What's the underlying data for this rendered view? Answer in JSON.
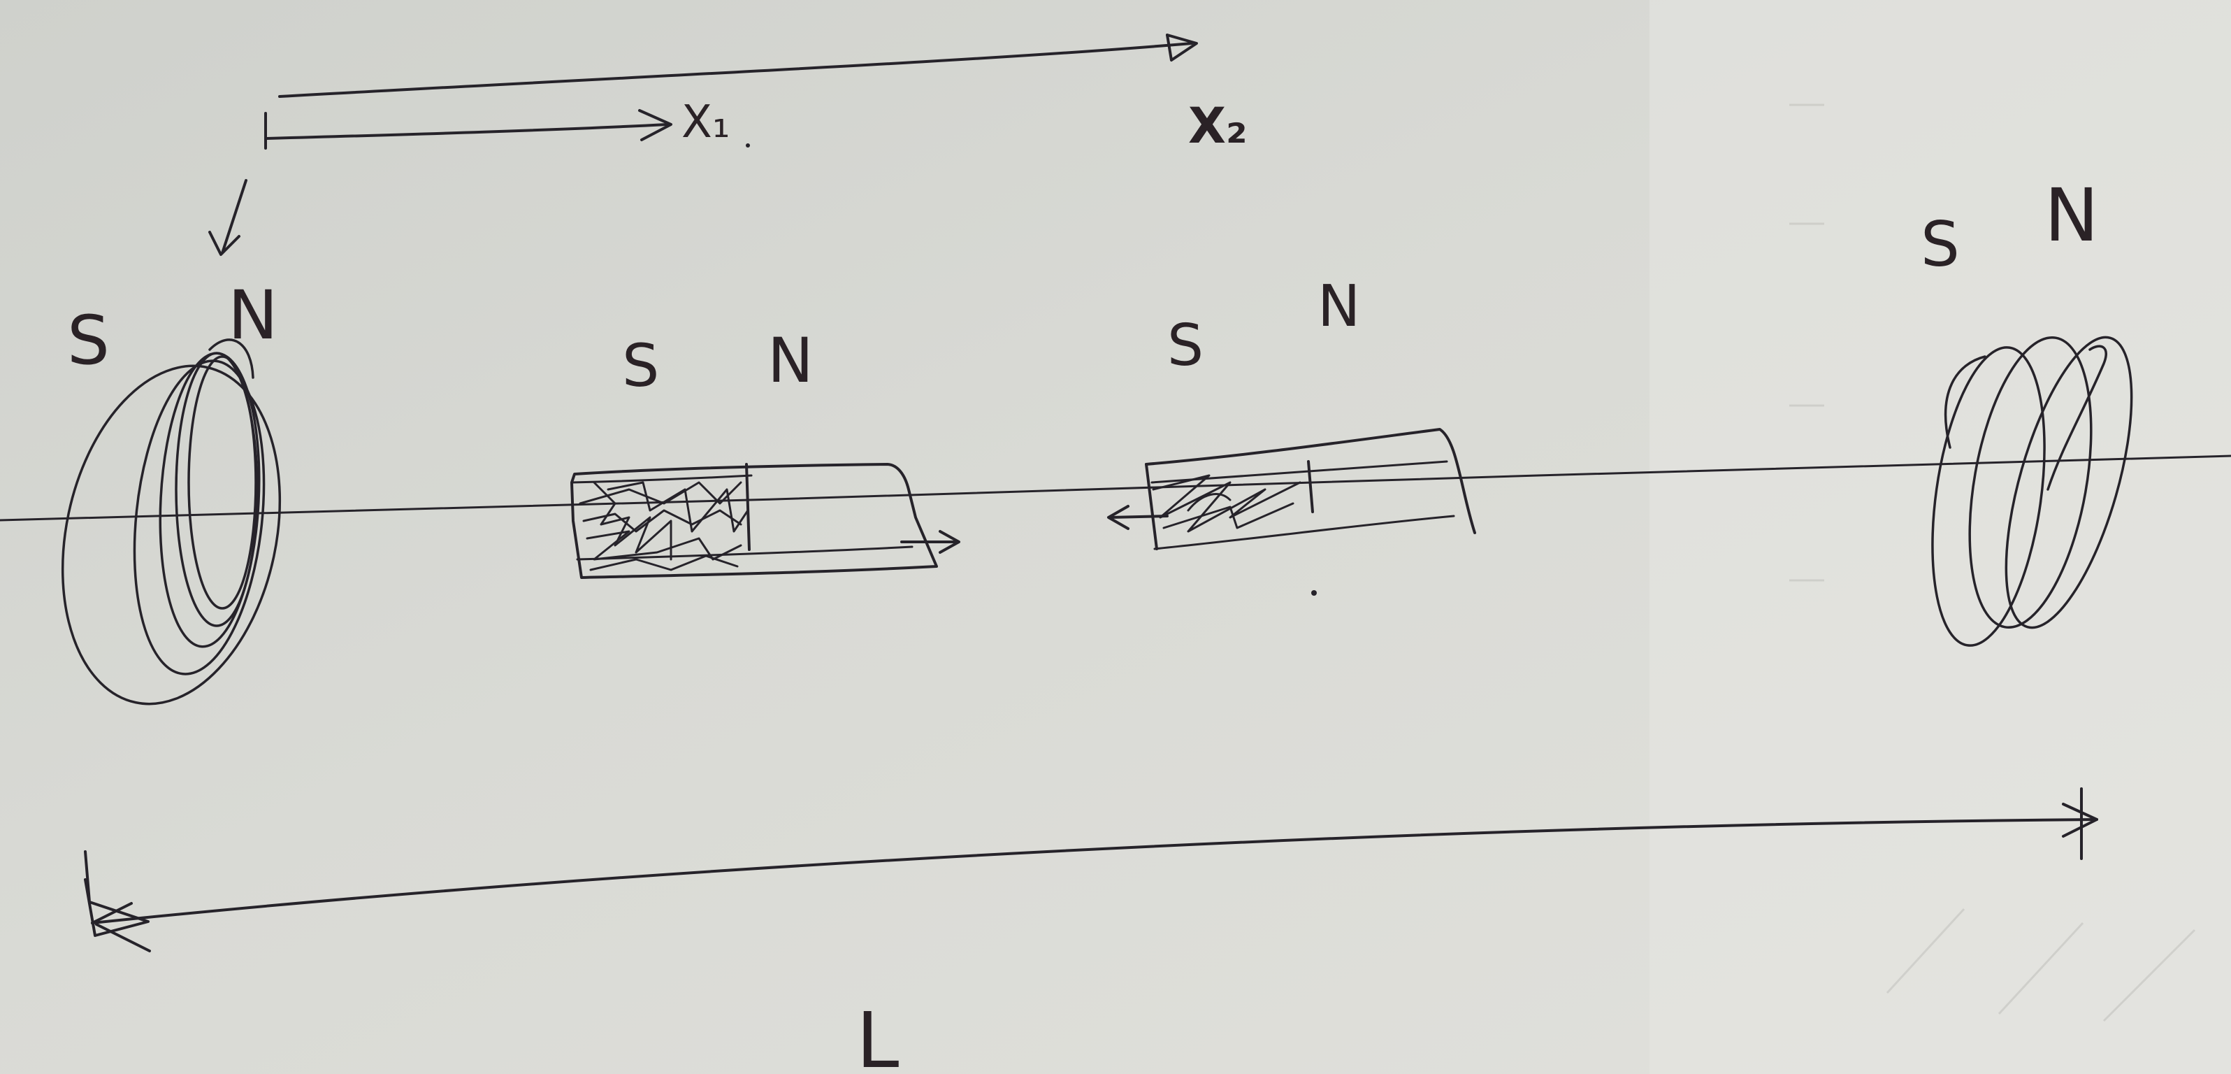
{
  "diagram": {
    "axes": {
      "x1_label": "X₁",
      "x2_label": "X₂"
    },
    "left_coil": {
      "s_label": "S",
      "n_label": "N"
    },
    "magnet_1": {
      "s_label": "S",
      "n_label": "N",
      "motion": "right"
    },
    "magnet_2": {
      "s_label": "S",
      "n_label": "N",
      "motion": "left"
    },
    "right_coil": {
      "s_label": "S",
      "n_label": "N"
    },
    "length_label": "L",
    "colors": {
      "paper": "#d3d4cf",
      "ink": "#26232a",
      "red_ink": "#6e2a24"
    }
  }
}
